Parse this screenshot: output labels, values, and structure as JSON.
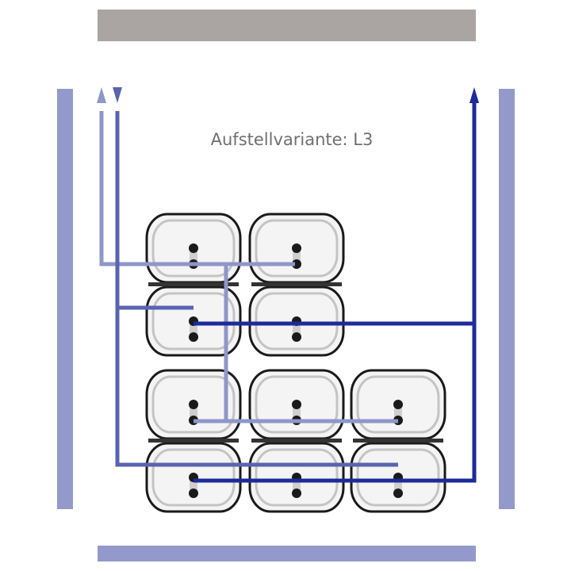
{
  "title": "Aufstellvariante: L3",
  "colors": {
    "top_bar": "#aaa5a2",
    "wall_bar": "#939acb",
    "line_light": "#8f96c8",
    "line_medium": "#5a63b0",
    "line_dark": "#1d2b9a",
    "tank_outline": "#1a1a1a",
    "tank_fill": "#f4f4f4"
  },
  "tank_groups": [
    {
      "name": "upper-group",
      "columns": 2
    },
    {
      "name": "lower-group",
      "columns": 3
    }
  ]
}
